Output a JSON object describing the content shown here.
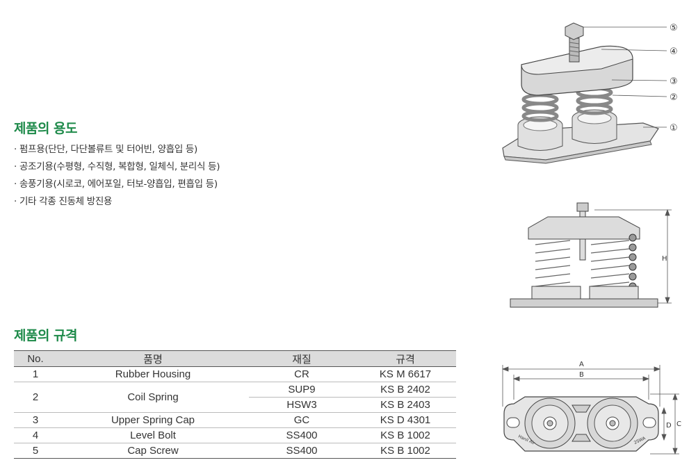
{
  "usage": {
    "title": "제품의 용도",
    "items": [
      "펌프용(단단, 다단볼류트 및 터어빈, 양흡입 등)",
      "공조기용(수평형, 수직형, 복합형, 일체식, 분리식 등)",
      "송풍기용(시로코, 에어포일, 터보-양흡입, 편흡입 등)",
      "기타 각종 진동체 방진용"
    ]
  },
  "spec": {
    "title": "제품의 규격",
    "headers": [
      "No.",
      "품명",
      "재질",
      "규격"
    ],
    "rows": [
      {
        "no": "1",
        "name": "Rubber Housing",
        "material": "CR",
        "standard": "KS M 6617"
      },
      {
        "no": "2",
        "name": "Coil Spring",
        "material": "SUP9",
        "standard": "KS B 2402"
      },
      {
        "material": "HSW3",
        "standard": "KS B 2403"
      },
      {
        "no": "3",
        "name": "Upper Spring Cap",
        "material": "GC",
        "standard": "KS D 4301"
      },
      {
        "no": "4",
        "name": "Level Bolt",
        "material": "SS400",
        "standard": "KS B 1002"
      },
      {
        "no": "5",
        "name": "Cap Screw",
        "material": "SS400",
        "standard": "KS B 1002"
      }
    ]
  },
  "figures": {
    "callouts": [
      "⑤",
      "④",
      "③",
      "②",
      "①"
    ],
    "front_dim": "H",
    "top_dims": {
      "a": "A",
      "b": "B",
      "c": "C",
      "d": "D"
    },
    "base_mark_left": "Hanil Air",
    "base_mark_right": "2SWA"
  }
}
